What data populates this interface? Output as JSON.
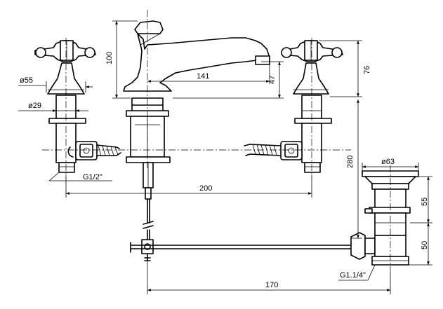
{
  "dimensions": {
    "spout_height": "100",
    "spout_reach": "141",
    "spout_outlet_height": "47",
    "handle_height": "76",
    "handle_diameter": "ø55",
    "stem_diameter": "ø29",
    "inlet_thread": "G1/2\"",
    "centers": "200",
    "deck_depth": "280",
    "waste_diameter": "ø63",
    "waste_flange_height": "55",
    "waste_body_height": "50",
    "waste_thread": "G1.1/4\"",
    "rod_length": "170"
  }
}
